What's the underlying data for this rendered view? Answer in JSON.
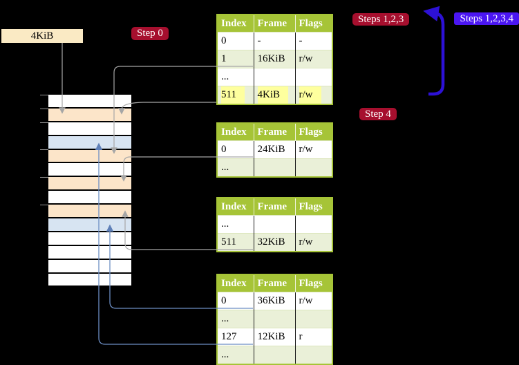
{
  "labels": {
    "page_size": "4KiB"
  },
  "badges": {
    "step0": {
      "label": "Step 0"
    },
    "steps123": {
      "label": "Steps 1,2,3"
    },
    "steps1234": {
      "label": "Steps 1,2,3,4"
    },
    "step4": {
      "label": "Step 4"
    }
  },
  "memory": {
    "rows": [
      "white",
      "peach",
      "white",
      "blue",
      "peach",
      "white",
      "peach",
      "white",
      "peach",
      "blue",
      "white",
      "white",
      "white",
      "white"
    ]
  },
  "tables": [
    {
      "id": "t1",
      "name": "page-table-level-1",
      "headers": [
        "Index",
        "Frame",
        "Flags"
      ],
      "rows": [
        {
          "cells": [
            "0",
            "-",
            "-"
          ],
          "shaded": false,
          "highlighted": false
        },
        {
          "cells": [
            "1",
            "16KiB",
            "r/w"
          ],
          "shaded": true,
          "highlighted": false
        },
        {
          "cells": [
            "...",
            "",
            ""
          ],
          "shaded": false,
          "highlighted": false
        },
        {
          "cells": [
            "511",
            "4KiB",
            "r/w"
          ],
          "shaded": true,
          "highlighted": true
        }
      ]
    },
    {
      "id": "t2",
      "name": "page-table-level-2",
      "headers": [
        "Index",
        "Frame",
        "Flags"
      ],
      "rows": [
        {
          "cells": [
            "0",
            "24KiB",
            "r/w"
          ],
          "shaded": false,
          "highlighted": false
        },
        {
          "cells": [
            "...",
            "",
            ""
          ],
          "shaded": true,
          "highlighted": false
        }
      ]
    },
    {
      "id": "t3",
      "name": "page-table-level-3",
      "headers": [
        "Index",
        "Frame",
        "Flags"
      ],
      "rows": [
        {
          "cells": [
            "...",
            "",
            ""
          ],
          "shaded": false,
          "highlighted": false
        },
        {
          "cells": [
            "511",
            "32KiB",
            "r/w"
          ],
          "shaded": true,
          "highlighted": false
        }
      ]
    },
    {
      "id": "t4",
      "name": "page-table-level-4",
      "headers": [
        "Index",
        "Frame",
        "Flags"
      ],
      "rows": [
        {
          "cells": [
            "0",
            "36KiB",
            "r/w"
          ],
          "shaded": false,
          "highlighted": false
        },
        {
          "cells": [
            "...",
            "",
            ""
          ],
          "shaded": true,
          "highlighted": false
        },
        {
          "cells": [
            "127",
            "12KiB",
            "r"
          ],
          "shaded": false,
          "highlighted": false
        },
        {
          "cells": [
            "...",
            "",
            ""
          ],
          "shaded": true,
          "highlighted": false
        }
      ]
    }
  ],
  "colors": {
    "background": "#000000",
    "table_header_green": "#a6c437",
    "table_row_green": "#eaf0d8",
    "highlight_yellow": "#feff9e",
    "crimson": "#a60f2e",
    "badge_blue": "#4b16f2",
    "arrow_blue_thick": "#2d11d6",
    "connector_blue": "#6c8ec4",
    "connector_gray": "#a6a6a6",
    "mem_peach": "#fce5c9",
    "mem_blue": "#d7e4f2",
    "label_wheat": "#faeac4"
  }
}
